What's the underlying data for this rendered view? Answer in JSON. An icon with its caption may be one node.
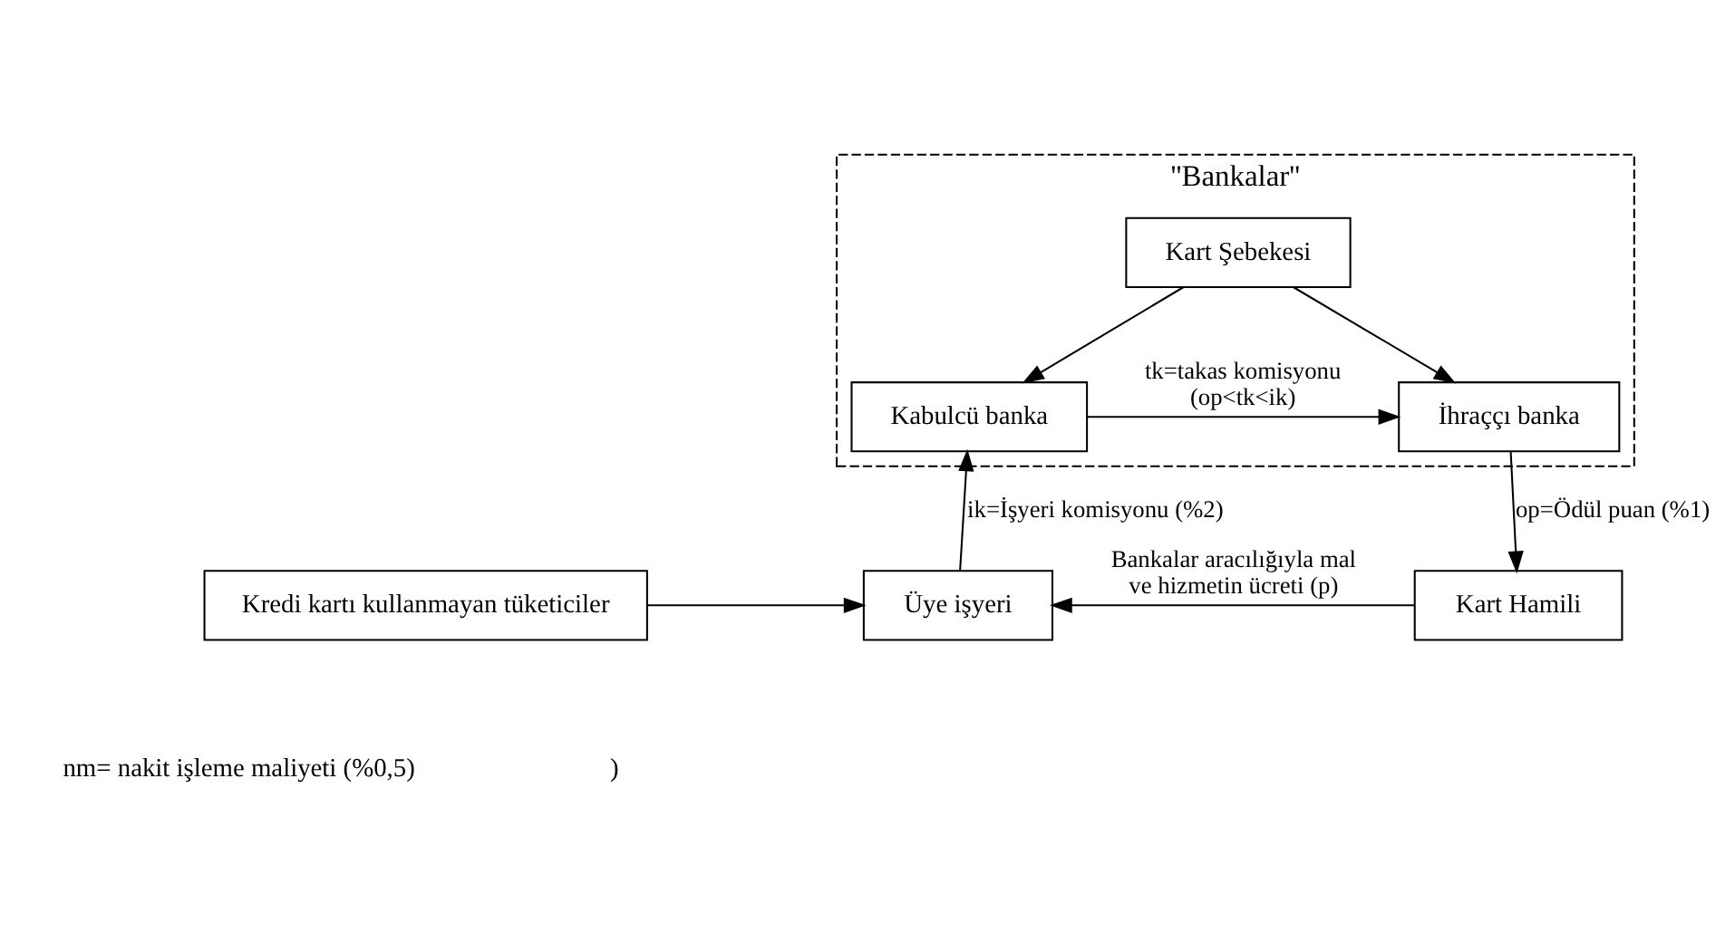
{
  "diagram": {
    "nodes": [
      {
        "text": [
          "''Bankalar''"
        ]
      },
      {
        "text": [
          "Kart Şebekesi"
        ],
        "in": 0
      },
      {
        "text": [
          "Kabulcü banka"
        ],
        "in": 0
      },
      {
        "text": [
          "İhraççı banka"
        ],
        "in": 0
      },
      {
        "text": [
          "Kredi kartı kullanmayan tüketiciler"
        ]
      },
      {
        "text": [
          "Üye işyeri"
        ]
      },
      {
        "text": [
          "Kart Hamili"
        ]
      }
    ],
    "edges": [
      {
        "from": 1,
        "to": 2,
        "arrow": "to"
      },
      {
        "from": 1,
        "to": 3,
        "arrow": "to"
      },
      {
        "from": 2,
        "to": 3,
        "arrow": "to",
        "label": "tk=takas komisyonu (op<tk<ik)"
      },
      {
        "from": 3,
        "to": 6,
        "arrow": "to",
        "label": "op=Ödül puan (%1)"
      },
      {
        "from": 6,
        "to": 5,
        "arrow": "to",
        "label": "Bankalar aracılığıyla mal ve hizmetin ücreti (p)"
      },
      {
        "from": 5,
        "to": 2,
        "arrow": "to",
        "label": "ik=İşyeri komisyonu (%2)"
      },
      {
        "from": 4,
        "to": 5,
        "arrow": "to"
      }
    ],
    "labels": [
      "nm= nakit işleme maliyeti (%0,5)",
      ")"
    ]
  }
}
